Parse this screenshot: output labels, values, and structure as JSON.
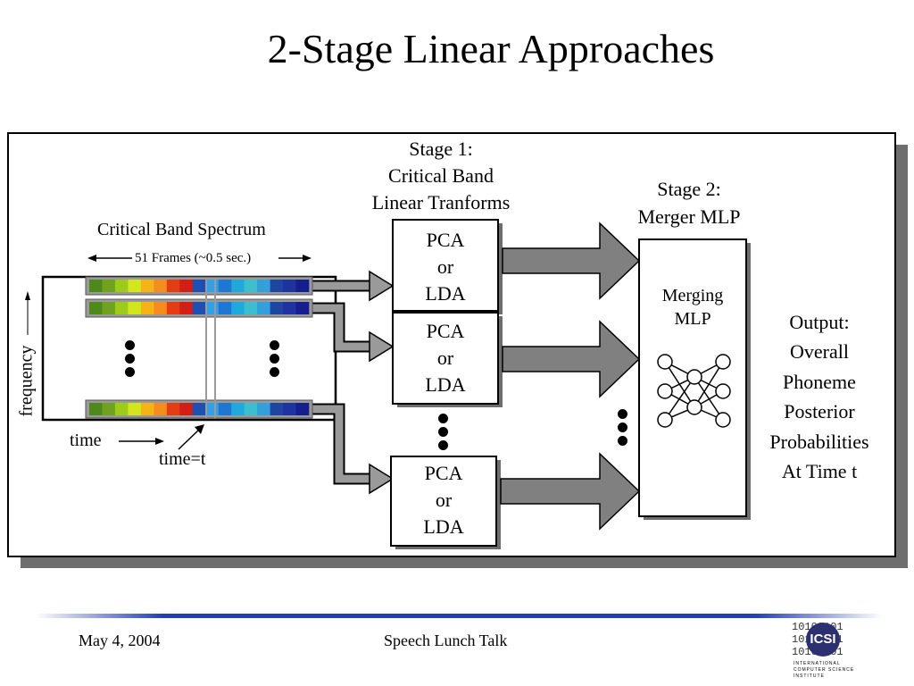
{
  "slide": {
    "title": "2-Stage Linear Approaches",
    "footer_date": "May 4, 2004",
    "footer_title": "Speech Lunch Talk",
    "logo_bits": [
      "10100101",
      "10100101",
      "10100101"
    ],
    "logo_text": "ICSI",
    "logo_caption": [
      "INTERNATIONAL",
      "COMPUTER SCIENCE",
      "INSTITUTE"
    ]
  },
  "diagram": {
    "stage1_label": [
      "Stage 1:",
      "Critical Band",
      "Linear Tranforms"
    ],
    "stage2_label": [
      "Stage 2:",
      "Merger MLP"
    ],
    "spectrum_label": "Critical Band Spectrum",
    "frames_label": "51 Frames (~0.5 sec.)",
    "frequency_label": "frequency",
    "time_label": "time",
    "time_t_label": "time=t",
    "transform_box": [
      "PCA",
      "or",
      "LDA"
    ],
    "merging_label": [
      "Merging",
      "MLP"
    ],
    "output_label": [
      "Output:",
      "Overall",
      "Phoneme",
      "Posterior",
      "Probabilities",
      "At Time t"
    ],
    "spectrum_colors": [
      "#4e8a1a",
      "#6fa31e",
      "#9ccc18",
      "#d2e61e",
      "#f5b414",
      "#f58c1e",
      "#e63c14",
      "#d21e14",
      "#1e50b4",
      "#32a0e6",
      "#1e78d2",
      "#1eaadc",
      "#3cbecd",
      "#32a0dc",
      "#1e46a0",
      "#1e32a0",
      "#141e8c"
    ],
    "accent_colors": {
      "frame": "#000000",
      "arrow_gray": "#808080",
      "shadow": "#6e6e6e",
      "rule_blue": "#2440b0"
    }
  }
}
